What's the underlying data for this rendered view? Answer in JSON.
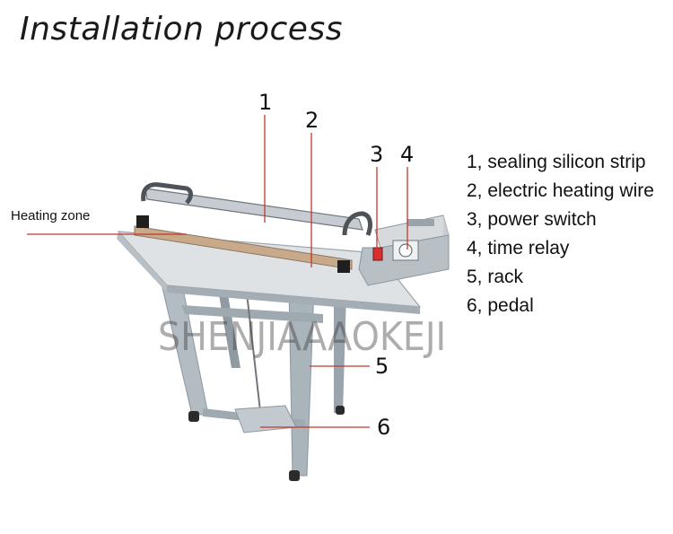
{
  "title": "Installation process",
  "heating_zone_label": "Heating zone",
  "callout_numbers": [
    "1",
    "2",
    "3",
    "4",
    "5",
    "6"
  ],
  "legend": [
    "1, sealing silicon strip",
    "2, electric heating wire",
    "3, power switch",
    "4, time relay",
    "5, rack",
    "6, pedal"
  ],
  "watermark": "SHENJIAAAOKEJI",
  "colors": {
    "leader_line": "#c0392b",
    "machine_gray": "#a9b2b9",
    "table_top": "#dcdfe2",
    "background": "#ffffff"
  }
}
